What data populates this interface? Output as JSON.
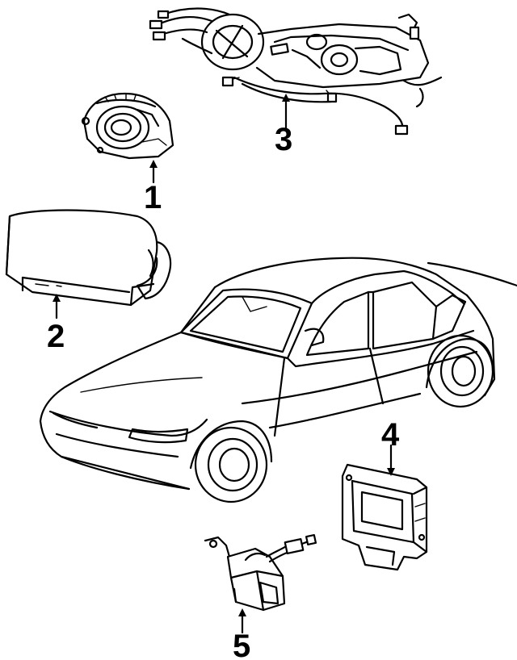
{
  "parts": [
    {
      "number": "1"
    },
    {
      "number": "2"
    },
    {
      "number": "3"
    },
    {
      "number": "4"
    },
    {
      "number": "5"
    }
  ],
  "colors": {
    "line": "#000000",
    "background": "#ffffff"
  }
}
